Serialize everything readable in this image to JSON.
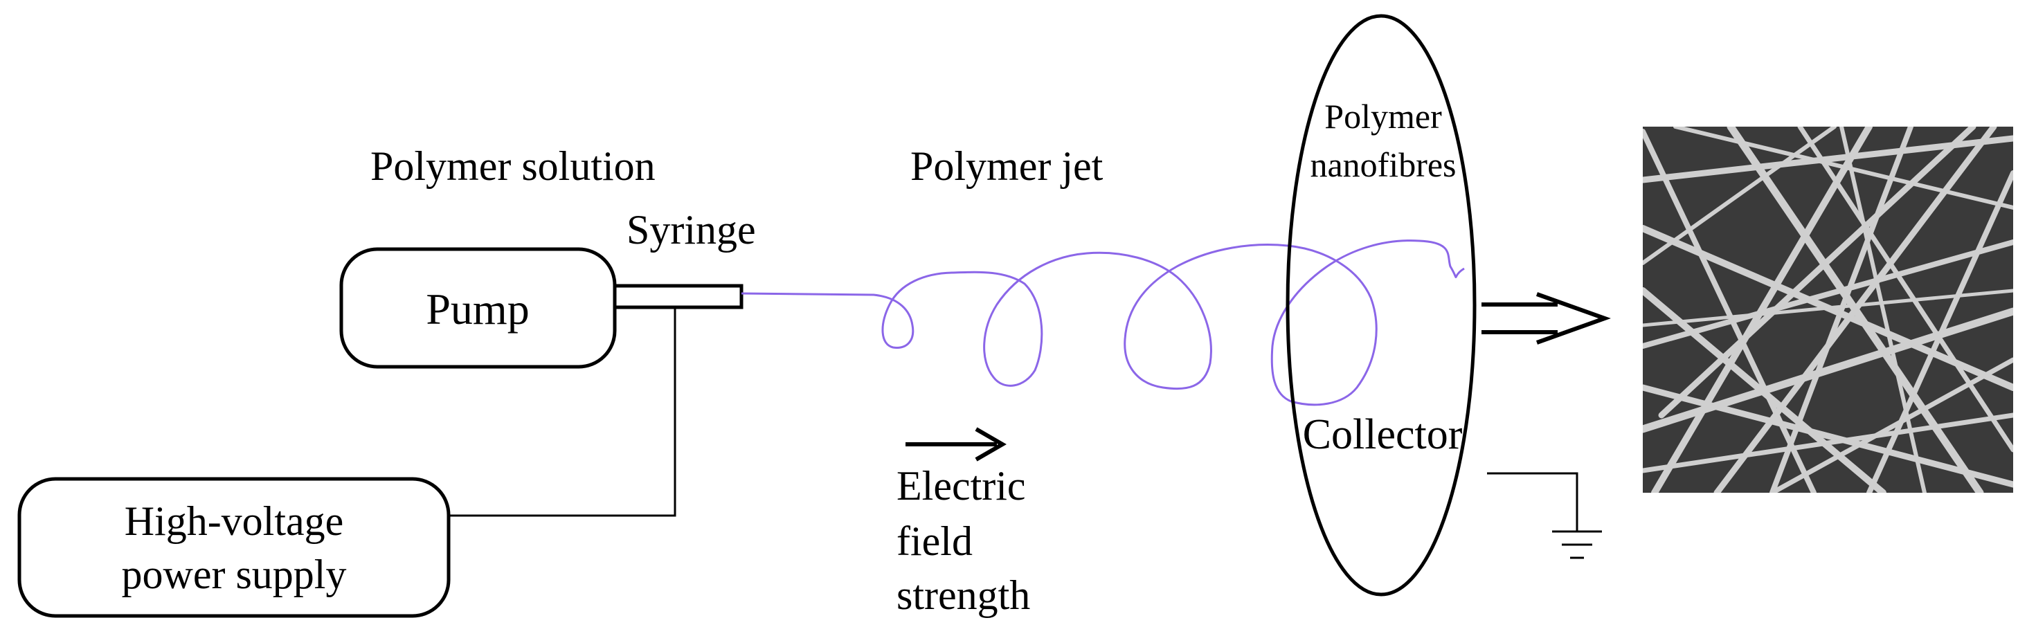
{
  "labels": {
    "polymer_solution": "Polymer solution",
    "syringe": "Syringe",
    "pump": "Pump",
    "polymer_jet": "Polymer jet",
    "polymer_nanofibres_line1": "Polymer",
    "polymer_nanofibres_line2": "nanofibres",
    "collector": "Collector",
    "power_supply_line1": "High-voltage",
    "power_supply_line2": "power supply",
    "field_line1": "Electric",
    "field_line2": "field",
    "field_line3": "strength"
  },
  "icons": {
    "field_arrow": "right-arrow-icon",
    "output_arrow": "double-right-arrow-icon",
    "ground": "ground-icon"
  },
  "colors": {
    "jet": "#8b66e8",
    "stroke": "#000000",
    "micrograph_bg": "#3a3a3a",
    "fibre": "#d8d8d8"
  }
}
